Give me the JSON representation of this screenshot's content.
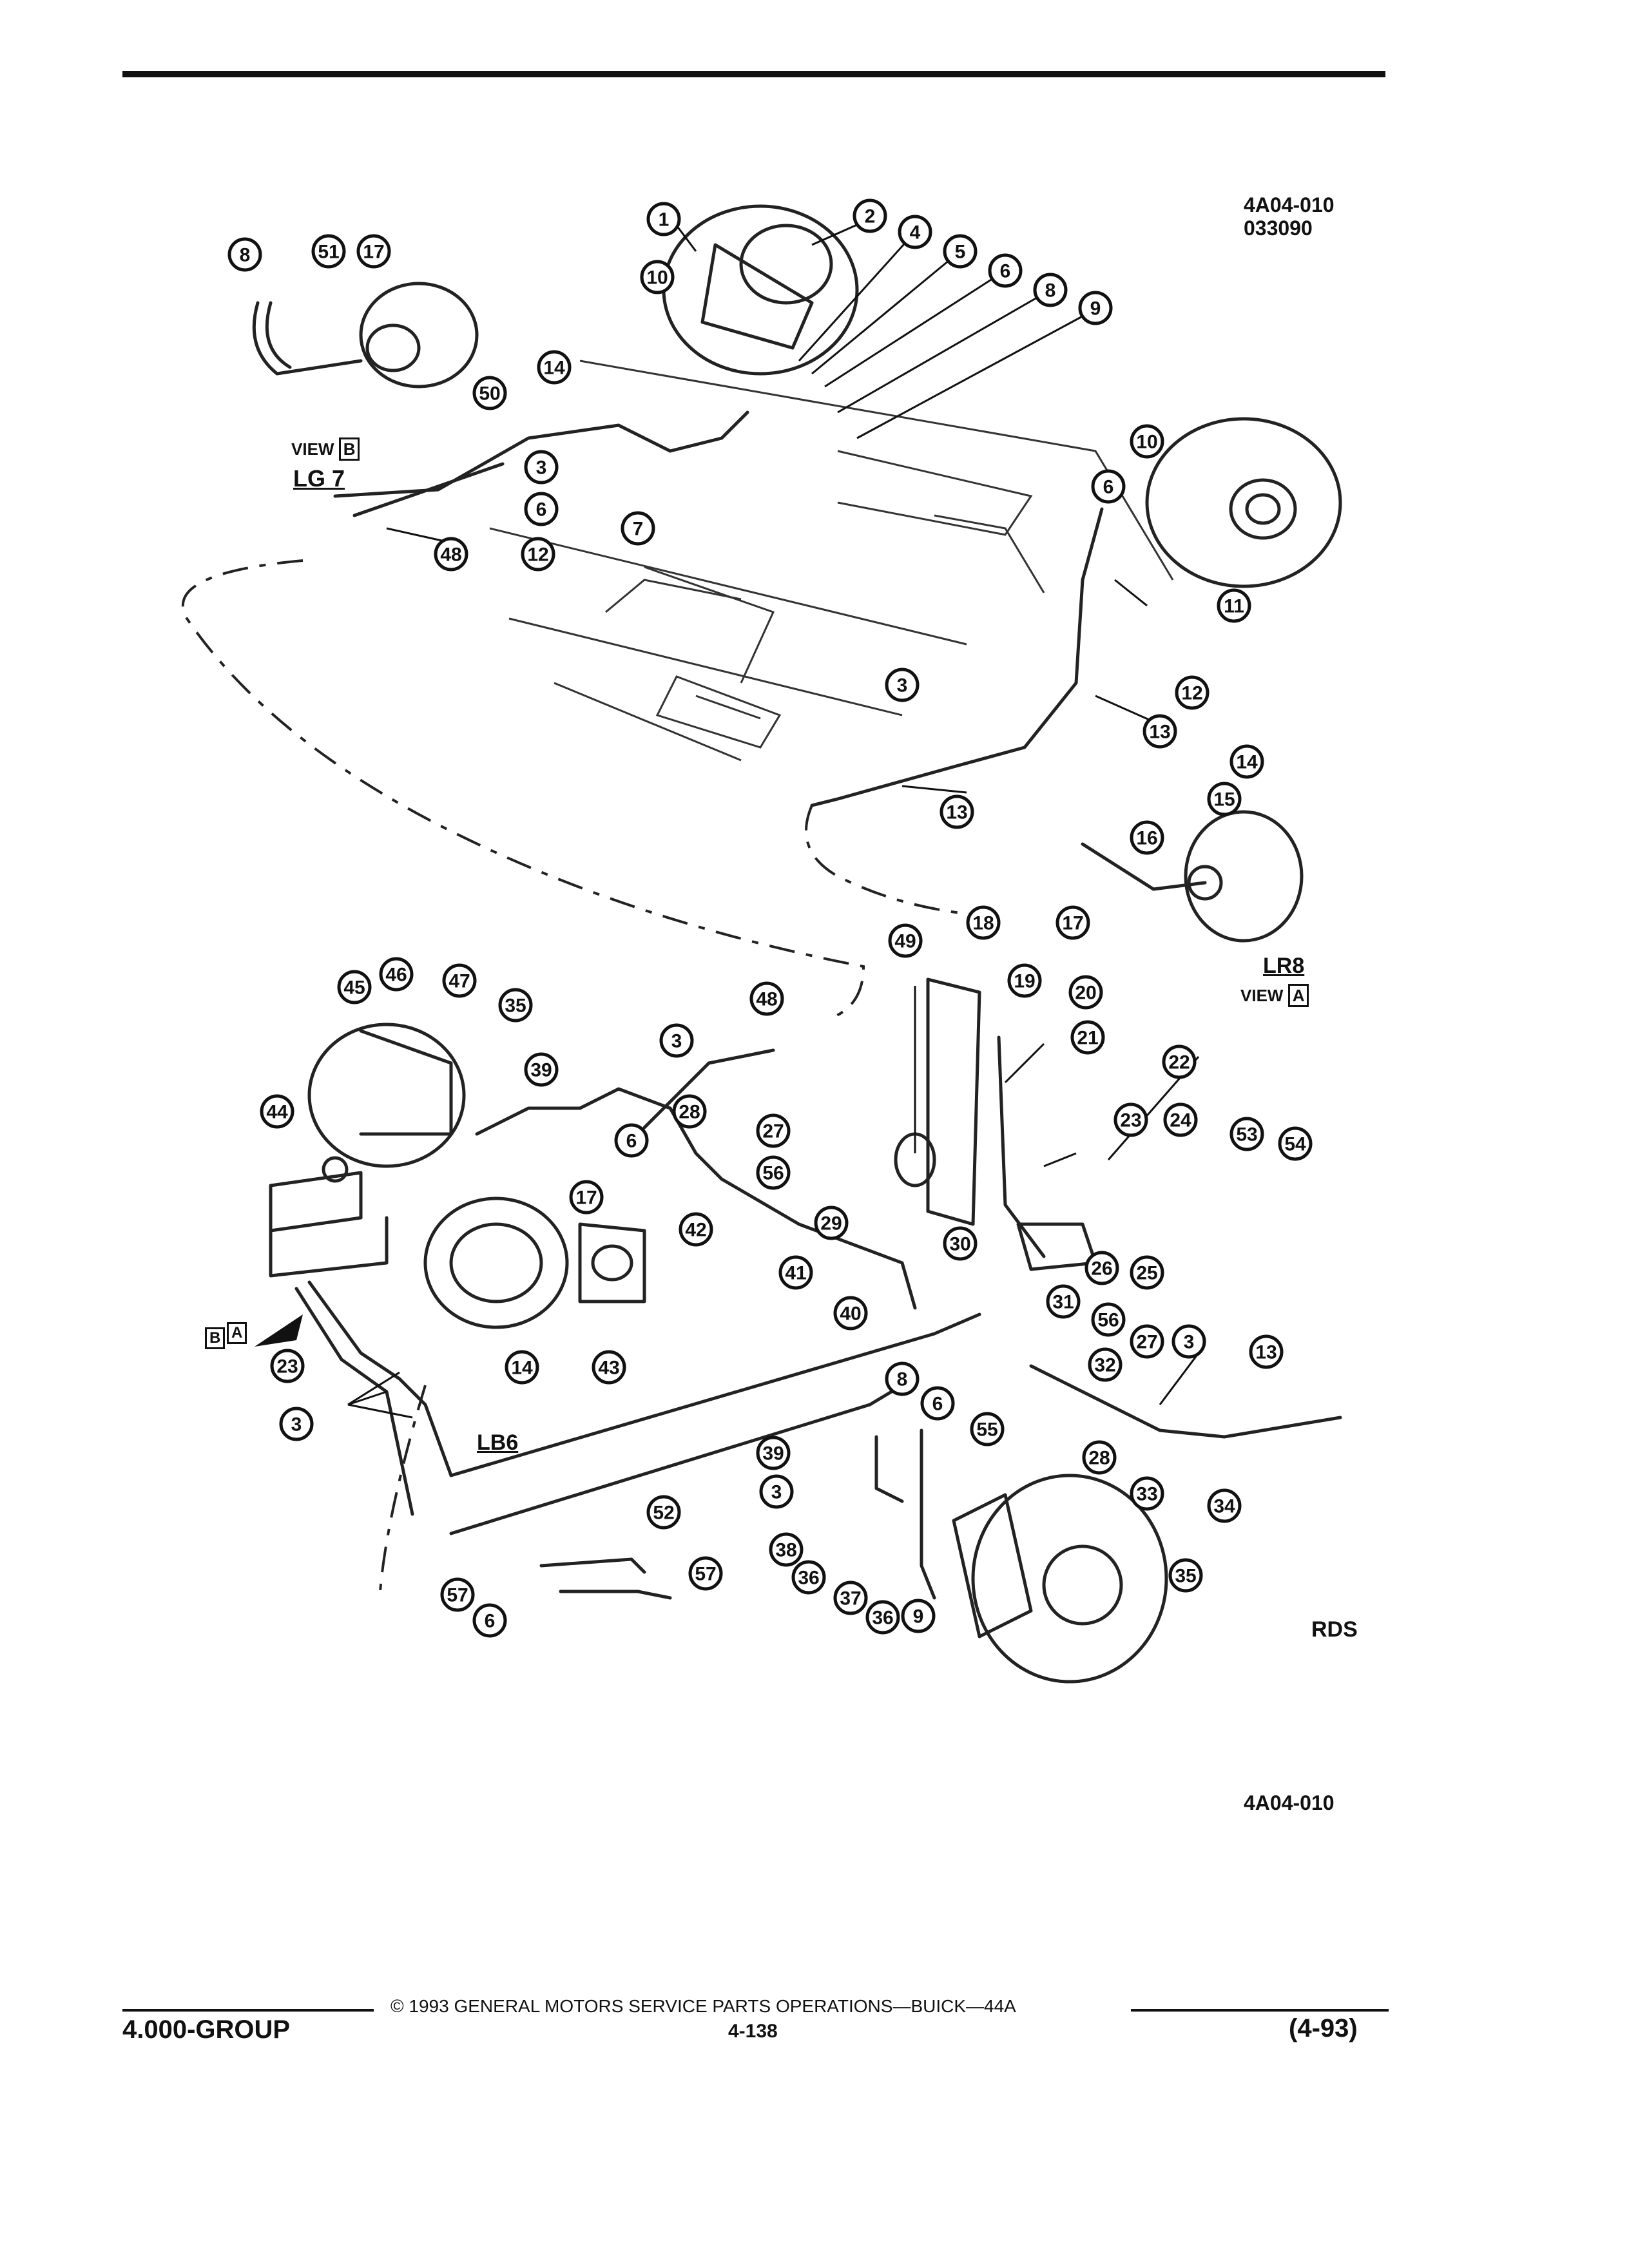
{
  "header": {
    "drawing_id": "4A04-010",
    "date_code": "033090"
  },
  "labels": {
    "view_b": "VIEW",
    "view_b_letter": "B",
    "lg7": "LG 7",
    "lr8": "LR8",
    "view_a": "VIEW",
    "view_a_letter": "A",
    "lb6": "LB6",
    "rds": "RDS",
    "figure_id": "4A04-010",
    "arrow_b": "B",
    "arrow_a": "A"
  },
  "callouts": [
    "1",
    "2",
    "4",
    "5",
    "6",
    "8",
    "9",
    "10",
    "8",
    "51",
    "17",
    "14",
    "50",
    "3",
    "6",
    "7",
    "12",
    "48",
    "10",
    "6",
    "11",
    "12",
    "13",
    "3",
    "13",
    "14",
    "15",
    "16",
    "17",
    "49",
    "18",
    "19",
    "20",
    "21",
    "22",
    "23",
    "24",
    "53",
    "54",
    "45",
    "46",
    "47",
    "35",
    "48",
    "3",
    "39",
    "28",
    "27",
    "6",
    "56",
    "44",
    "17",
    "42",
    "29",
    "30",
    "41",
    "40",
    "31",
    "56",
    "27",
    "3",
    "13",
    "32",
    "8",
    "6",
    "55",
    "28",
    "39",
    "3",
    "33",
    "34",
    "38",
    "36",
    "37",
    "36",
    "9",
    "35",
    "52",
    "57",
    "57",
    "6",
    "23",
    "14",
    "43",
    "3",
    "26",
    "25"
  ],
  "footer": {
    "copyright": "©  1993  GENERAL MOTORS SERVICE PARTS OPERATIONS—BUICK—44A",
    "group": "4.000-GROUP",
    "page": "4-138",
    "revision": "(4-93)"
  }
}
